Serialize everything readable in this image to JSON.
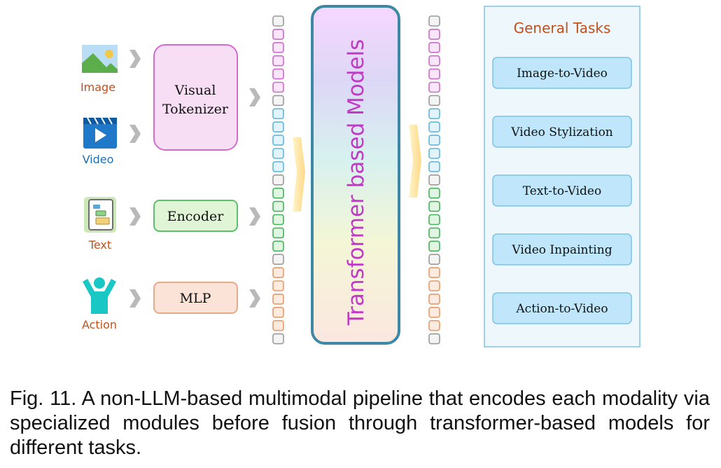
{
  "inputs": {
    "image": {
      "label": "Image",
      "icon": "image-icon"
    },
    "video": {
      "label": "Video",
      "icon": "video-icon"
    },
    "text": {
      "label": "Text",
      "icon": "text-document-icon"
    },
    "action": {
      "label": "Action",
      "icon": "person-action-icon"
    }
  },
  "modules": {
    "visual_tokenizer": {
      "line1": "Visual",
      "line2": "Tokenizer"
    },
    "encoder": {
      "label": "Encoder"
    },
    "mlp": {
      "label": "MLP"
    }
  },
  "model": {
    "label": "Transformer based Models"
  },
  "tasks": {
    "title": "General Tasks",
    "items": [
      "Image-to-Video",
      "Video Stylization",
      "Text-to-Video",
      "Video Inpainting",
      "Action-to-Video"
    ]
  },
  "token_sequence": [
    "neutral",
    "visual",
    "visual",
    "visual",
    "visual",
    "visual",
    "neutral",
    "video",
    "video",
    "video",
    "video",
    "video",
    "neutral",
    "text",
    "text",
    "text",
    "text",
    "text",
    "neutral",
    "action",
    "action",
    "action",
    "action",
    "action",
    "neutral"
  ],
  "colors": {
    "image_label": "#c0501c",
    "video_label": "#1f6fb5",
    "text_label": "#c0501c",
    "action_label": "#c0501c",
    "tasks_title": "#c0501c",
    "token_neutral": "#9a9a9a",
    "token_visual": "#c96bc9",
    "token_video": "#5fb6d9",
    "token_text": "#47b05a",
    "token_action": "#e49a6a"
  },
  "caption": "Fig. 11. A non-LLM-based multimodal pipeline that encodes each modality via specialized modules before fusion through transformer-based models for different tasks."
}
